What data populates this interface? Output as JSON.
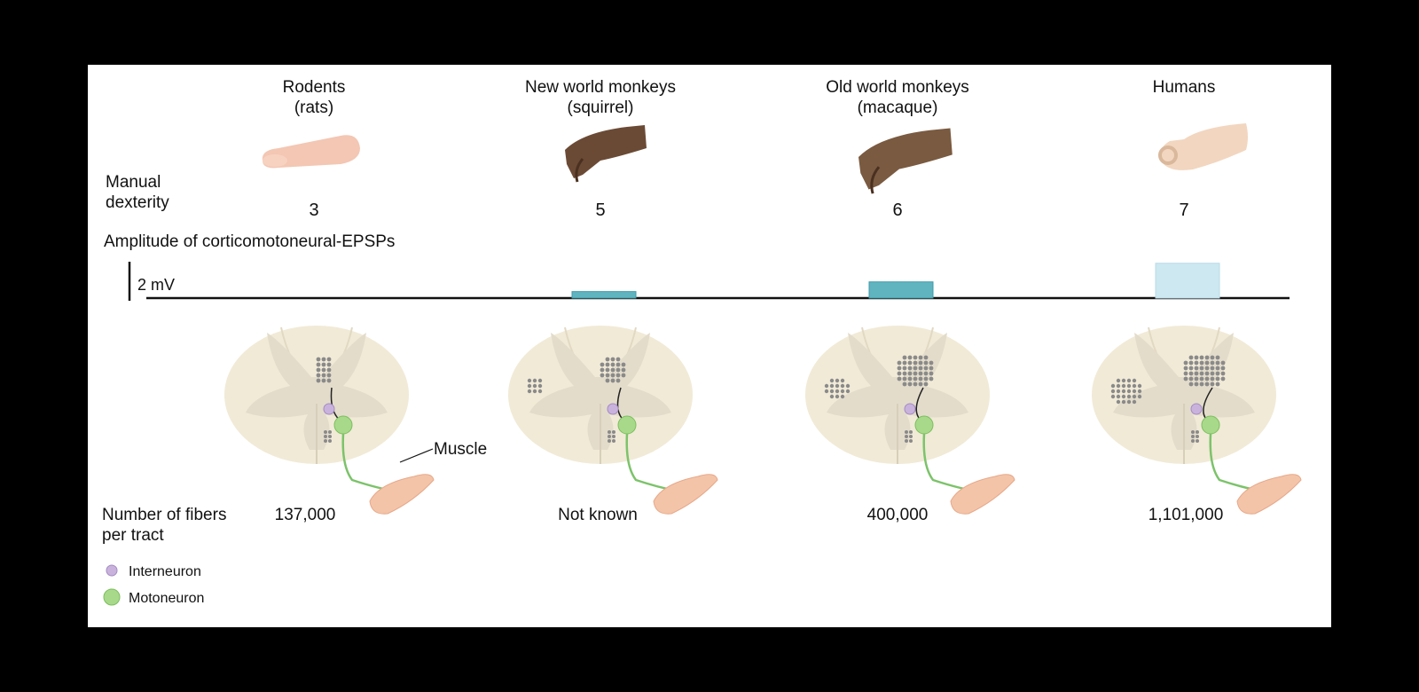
{
  "species": [
    {
      "name": "Rodents",
      "sub": "(rats)",
      "dexterity": "3",
      "epsp": 0,
      "fibers": "137,000",
      "hand_color": "#f3c7b3"
    },
    {
      "name": "New world monkeys",
      "sub": "(squirrel)",
      "dexterity": "5",
      "epsp": 0.35,
      "fibers": "Not known",
      "hand_color": "#6b4a35"
    },
    {
      "name": "Old world monkeys",
      "sub": "(macaque)",
      "dexterity": "6",
      "epsp": 0.87,
      "fibers": "400,000",
      "hand_color": "#7a5a40"
    },
    {
      "name": "Humans",
      "sub": "",
      "dexterity": "7",
      "epsp": 1.87,
      "fibers": "1,101,000",
      "hand_color": "#f2d6bf"
    }
  ],
  "labels": {
    "manual_dexterity_1": "Manual",
    "manual_dexterity_2": "dexterity",
    "amplitude": "Amplitude of corticomotoneural-EPSPs",
    "scale": "2 mV",
    "muscle": "Muscle",
    "fibers_1": "Number of fibers",
    "fibers_2": "per tract"
  },
  "legend": [
    {
      "label": "Interneuron",
      "color": "#c9b3dc"
    },
    {
      "label": "Motoneuron",
      "color": "#a8d98a"
    }
  ],
  "colors": {
    "spinal_cord": "#f1ead7",
    "gray_matter": "#e3dccb",
    "epsp_bar": "#5fb4c0",
    "epsp_bar_human": "#cde8f1",
    "axon": "#7cc36a",
    "fiber_dot": "#8a8a8a"
  }
}
